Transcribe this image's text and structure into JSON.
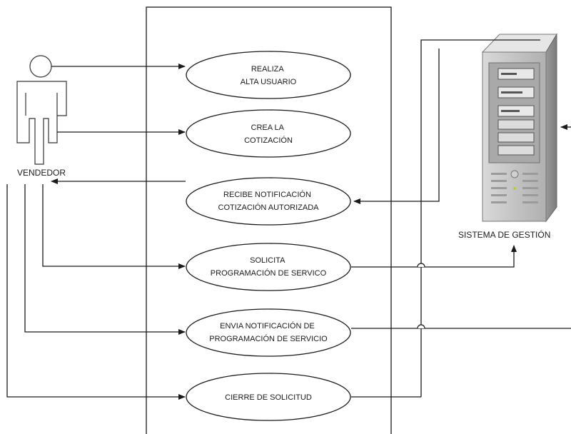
{
  "actor": {
    "name": "VENDEDOR",
    "icon": "person-icon"
  },
  "system": {
    "name": "SISTEMA DE GESTIÓN",
    "icon": "server-tower-icon"
  },
  "use_cases": [
    {
      "id": "realiza-alta-usuario",
      "lines": [
        "REALIZA",
        "ALTA USUARIO"
      ]
    },
    {
      "id": "crea-la-cotizacion",
      "lines": [
        "CREA LA",
        "COTIZACIÓN"
      ]
    },
    {
      "id": "recibe-notificacion",
      "lines": [
        "RECIBE NOTIFICACIÓN",
        "COTIZACIÓN AUTORIZADA"
      ]
    },
    {
      "id": "solicita-programacion",
      "lines": [
        "SOLICITA",
        "PROGRAMACIÓN DE SERVICO"
      ]
    },
    {
      "id": "envia-notificacion",
      "lines": [
        "ENVIA NOTIFICACIÓN DE",
        "PROGRAMACIÓN DE SERVICIO"
      ]
    },
    {
      "id": "cierre-de-solicitud",
      "lines": [
        "CIERRE DE SOLICITUD"
      ]
    }
  ],
  "colors": {
    "line": "#1a1a1a",
    "server_body": "#c8c8c8",
    "server_dark": "#8e8e8e"
  }
}
